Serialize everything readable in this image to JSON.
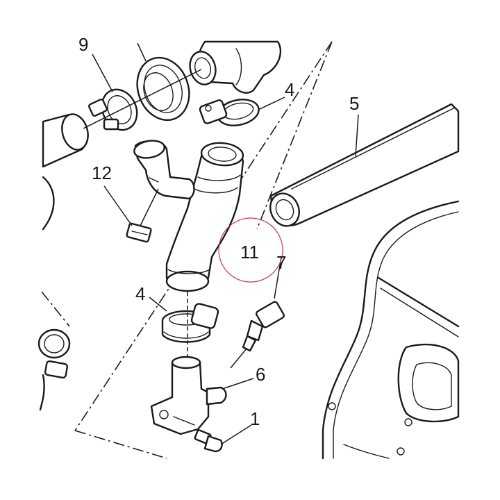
{
  "callouts": {
    "part_1": "1",
    "part_4_upper": "4",
    "part_4_lower": "4",
    "part_5": "5",
    "part_6": "6",
    "part_7": "7",
    "part_9": "9",
    "part_11": "11",
    "part_12": "12"
  },
  "highlight": {
    "target": "part_11",
    "color": "#c0394b"
  },
  "colors": {
    "line": "#1a1a1a",
    "background": "#ffffff"
  }
}
